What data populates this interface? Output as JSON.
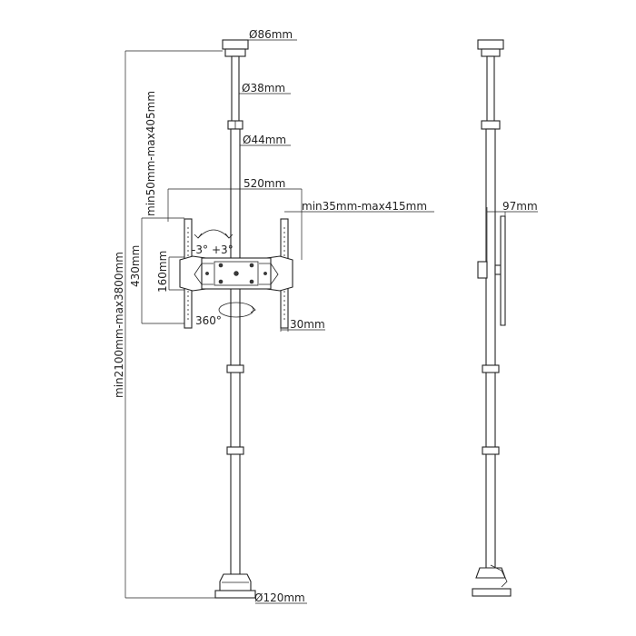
{
  "labels": {
    "top_plate_diameter": "Ø86mm",
    "upper_tube_diameter": "Ø38mm",
    "lower_tube_diameter": "Ø44mm",
    "bracket_width": "520mm",
    "arm_spacing": "min35mm-max415mm",
    "vertical_adjust": "min50mm-max405mm",
    "bracket_height": "430mm",
    "mount_height": "160mm",
    "tilt_minus": "-3°",
    "tilt_plus": "+3°",
    "rotation": "360°",
    "arm_width": "30mm",
    "pole_length": "min2100mm-max3800mm",
    "base_diameter": "Ø120mm",
    "profile_depth": "97mm"
  },
  "colors": {
    "line": "#222222",
    "fill": "#ffffff"
  }
}
